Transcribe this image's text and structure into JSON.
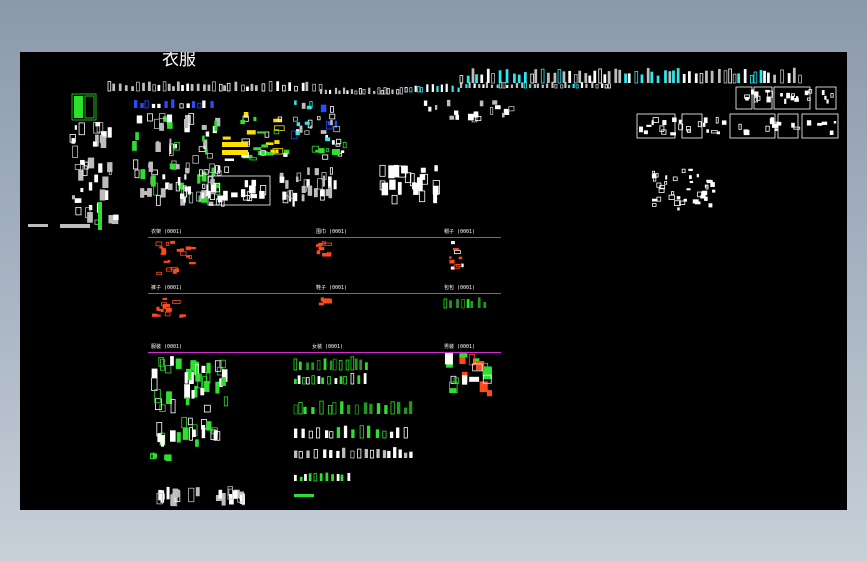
{
  "window": {
    "background_top": "#8b99ab",
    "background_bottom": "#c8d0d9"
  },
  "drawing": {
    "title": "衣服",
    "canvas_color": "#000000",
    "palette": {
      "white": "#ffffff",
      "green": "#2ee02e",
      "dark_green": "#1f9a1f",
      "orange": "#ff4a1c",
      "yellow": "#ffe000",
      "cyan": "#2ee8f0",
      "blue": "#2a4bff",
      "grey": "#bdbdbd",
      "magenta": "#d22bd2"
    },
    "sections": [
      {
        "label": "衣架 (0001)"
      },
      {
        "label": "围巾 (0001)"
      },
      {
        "label": "帽子 (0001)"
      },
      {
        "label": "裤子 (0001)"
      },
      {
        "label": "鞋子 (0001)"
      },
      {
        "label": "包包 (0001)"
      },
      {
        "label": "服装 (0001)"
      },
      {
        "label": "女装 (0001)"
      },
      {
        "label": "男装 (0001)"
      }
    ]
  }
}
